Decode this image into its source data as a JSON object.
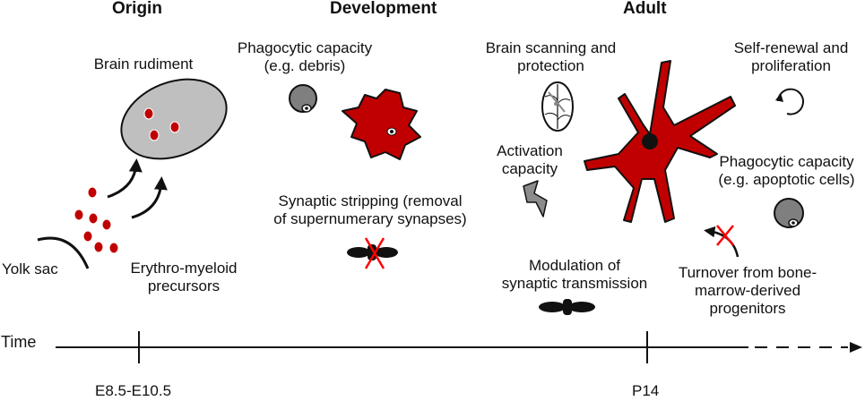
{
  "headers": {
    "origin": "Origin",
    "development": "Development",
    "adult": "Adult"
  },
  "labels": {
    "brain_rudiment": "Brain rudiment",
    "yolk_sac": "Yolk sac",
    "erythro_myeloid_1": "Erythro-myeloid",
    "erythro_myeloid_2": "precursors",
    "phago_dev_1": "Phagocytic capacity",
    "phago_dev_2": "(e.g. debris)",
    "stripping_1": "Synaptic stripping (removal",
    "stripping_2": "of supernumerary synapses)",
    "scanning_1": "Brain scanning and",
    "scanning_2": "protection",
    "activation_1": "Activation",
    "activation_2": "capacity",
    "modulation_1": "Modulation of",
    "modulation_2": "synaptic transmission",
    "renewal_1": "Self-renewal and",
    "renewal_2": "proliferation",
    "phago_adult_1": "Phagocytic capacity",
    "phago_adult_2": "(e.g. apoptotic cells)",
    "turnover_1": "Turnover from bone-",
    "turnover_2": "marrow-derived",
    "turnover_3": "progenitors"
  },
  "timeline": {
    "label": "Time",
    "ticks": [
      "E8.5-E10.5",
      "P14"
    ]
  },
  "colors": {
    "microglia_red": "#c00000",
    "cross_red": "#ff0000",
    "grey_fill": "#bfbfbf",
    "dark": "#111111"
  }
}
